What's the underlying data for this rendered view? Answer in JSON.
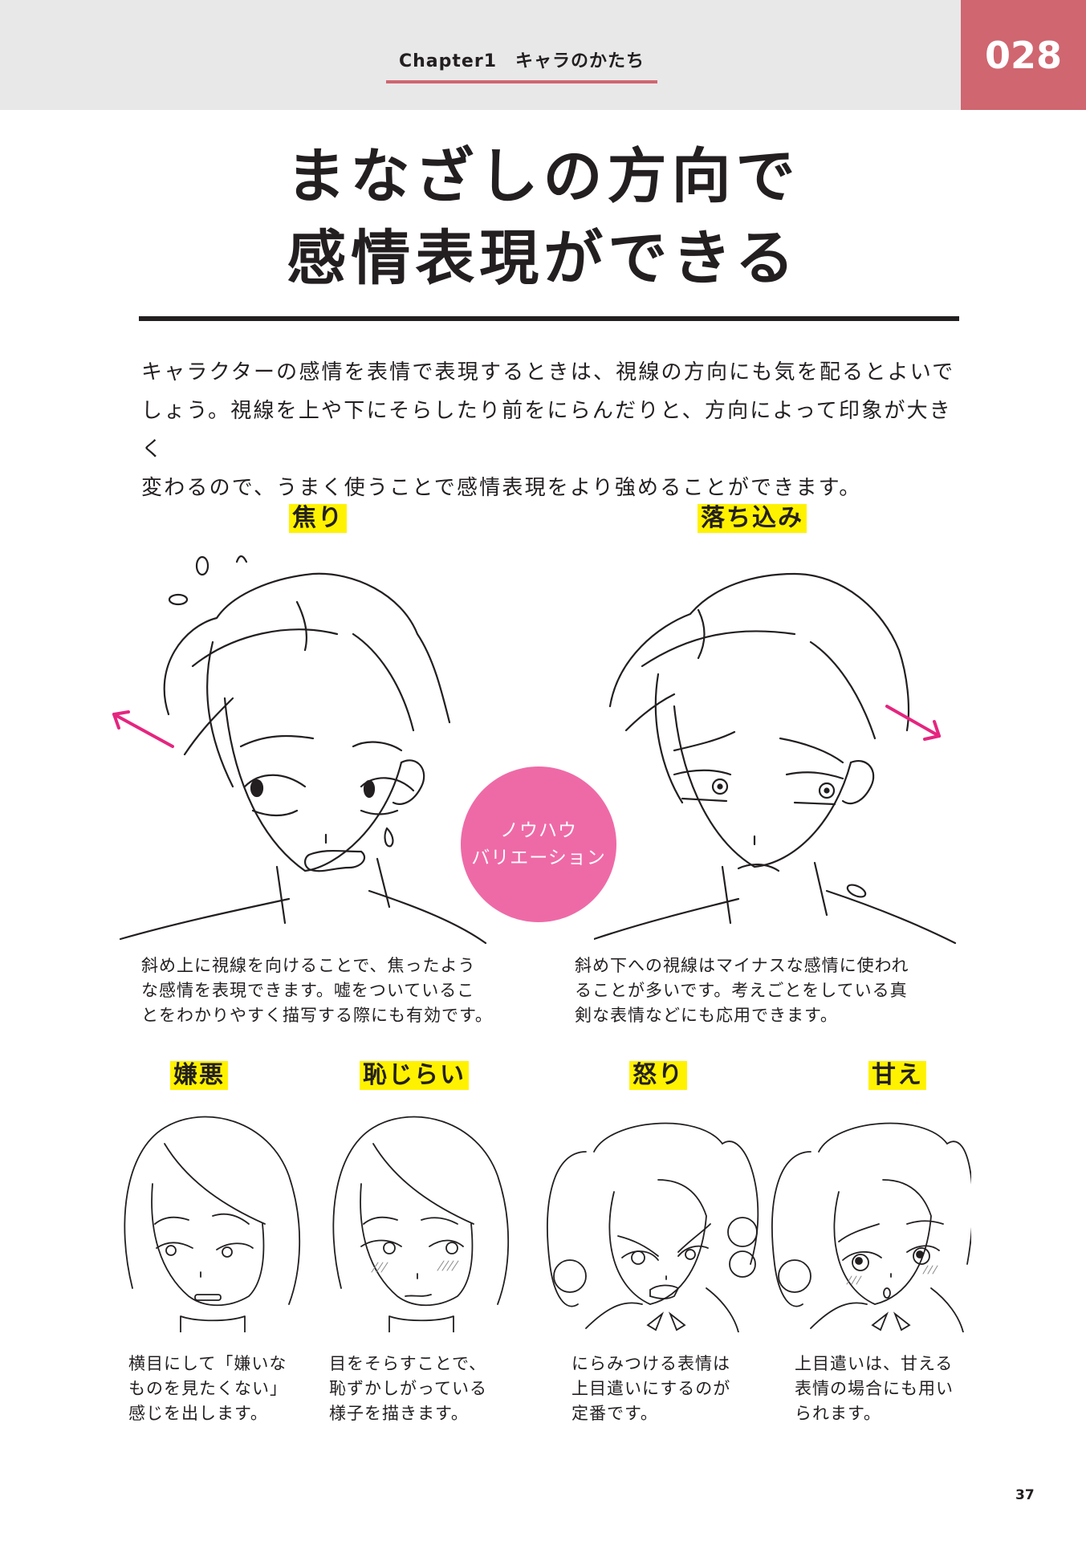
{
  "header": {
    "chapter": "Chapter1　キャラのかたち",
    "page_code": "028"
  },
  "title": {
    "line1": "まなざしの方向で",
    "line2": "感情表現ができる"
  },
  "intro": {
    "line1": "キャラクターの感情を表情で表現するときは、視線の方向にも気を配るとよいで",
    "line2": "しょう。視線を上や下にそらしたり前をにらんだりと、方向によって印象が大きく",
    "line3": "変わるので、うまく使うことで感情表現をより強めることができます。"
  },
  "badge": {
    "line1": "ノウハウ",
    "line2": "バリエーション"
  },
  "examples_top": [
    {
      "label": "焦り",
      "arrow_direction": "up-left",
      "caption": [
        "斜め上に視線を向けることで、焦ったよう",
        "な感情を表現できます。嘘をついているこ",
        "とをわかりやすく描写する際にも有効です。"
      ]
    },
    {
      "label": "落ち込み",
      "arrow_direction": "down-right",
      "caption": [
        "斜め下への視線はマイナスな感情に使われ",
        "ることが多いです。考えごとをしている真",
        "剣な表情などにも応用できます。"
      ]
    }
  ],
  "examples_bottom": [
    {
      "label": "嫌悪",
      "caption": [
        "横目にして「嫌いな",
        "ものを見たくない」",
        "感じを出します。"
      ]
    },
    {
      "label": "恥じらい",
      "caption": [
        "目をそらすことで、",
        "恥ずかしがっている",
        "様子を描きます。"
      ]
    },
    {
      "label": "怒り",
      "caption": [
        "にらみつける表情は",
        "上目遣いにするのが",
        "定番です。"
      ]
    },
    {
      "label": "甘え",
      "caption": [
        "上目遣いは、甘える",
        "表情の場合にも用い",
        "られます。"
      ]
    }
  ],
  "colors": {
    "accent_red": "#cf6670",
    "badge_pink": "#ee6aa7",
    "arrow_magenta": "#e5257f",
    "highlight_yellow": "#fff200",
    "header_gray": "#e8e8e9"
  },
  "folio": "37"
}
